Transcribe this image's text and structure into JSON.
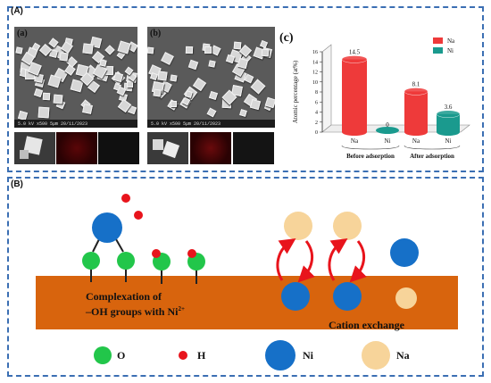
{
  "panelA": {
    "label": "(A)",
    "sem_a_label": "(a)",
    "sem_b_label": "(b)",
    "sem_a_bar_text": "5.0 kV  x500  5µm   20/11/2023",
    "sem_b_bar_text": "5.0 kV  x500  5µm   20/11/2023"
  },
  "chart": {
    "label": "(c)",
    "colors": {
      "Na": "#ee3a3a",
      "Ni": "#1a9a8e"
    }
  },
  "chart_data": {
    "type": "bar",
    "ylabel": "Atomic percentage (at%)",
    "ylim": [
      0,
      16
    ],
    "yticks": [
      "0",
      "2",
      "4",
      "6",
      "8",
      "10",
      "12",
      "14",
      "16"
    ],
    "groups": [
      "Before adsorption",
      "After adsorption"
    ],
    "categories": [
      "Na",
      "Ni",
      "Na",
      "Ni"
    ],
    "series": [
      {
        "name": "Na",
        "values": [
          14.5,
          8.1
        ]
      },
      {
        "name": "Ni",
        "values": [
          0,
          3.6
        ]
      }
    ],
    "data_labels": [
      "14.5",
      "0",
      "8.1",
      "3.6"
    ],
    "legend": [
      "Na",
      "Ni"
    ],
    "legend_position": "top-right",
    "grid": false
  },
  "panelB": {
    "label": "(B)",
    "complexation_line1": "Complexation of",
    "complexation_line2": "–OH groups with Ni",
    "complexation_sup": "2+",
    "cation_exchange": "Cation exchange",
    "legend": [
      {
        "key": "O",
        "color": "#22c64a"
      },
      {
        "key": "H",
        "color": "#e8141c"
      },
      {
        "key": "Ni",
        "color": "#1670c8"
      },
      {
        "key": "Na",
        "color": "#f7d49a"
      }
    ],
    "colors": {
      "slab": "#d8640d",
      "arrow": "#e8141c",
      "bond": "#222222"
    }
  }
}
